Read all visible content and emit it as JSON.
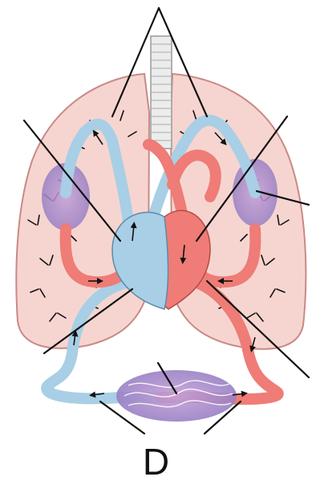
{
  "figure": {
    "caption": "D"
  },
  "colors": {
    "lung_fill": "#f6d5d0",
    "lung_outline": "#c98a86",
    "oxygenated_blood": "#ef7c76",
    "deoxygenated_blood": "#a8cfe5",
    "capillary_bed": "#9a7fc4",
    "trachea": "#ececec",
    "bronchiole_lines": "#111111",
    "label_lines": "#111111"
  },
  "icons": {
    "flow_arrow": "arrowhead",
    "heart": "heart-shape",
    "lungs": "lung-shape"
  }
}
